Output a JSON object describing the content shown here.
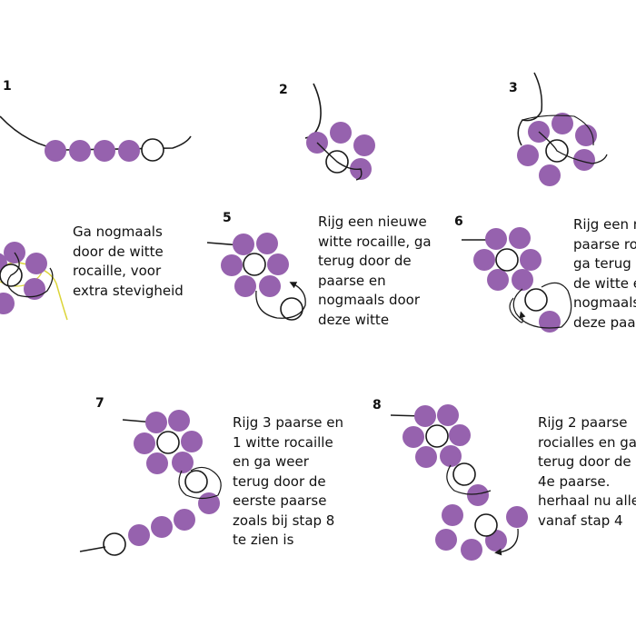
{
  "colors": {
    "purple_bead": "#9662AE",
    "white_bead": "#FFFFFF",
    "thread": "#1A1A1A",
    "loose_thread": "#DCD53A",
    "text": "#111111"
  },
  "steps": [
    {
      "number": "1"
    },
    {
      "number": "2"
    },
    {
      "number": "3"
    },
    {
      "number": "",
      "caption": [
        "Ga nogmaals",
        "door de witte",
        "rocaille, voor",
        "extra stevigheid"
      ]
    },
    {
      "number": "5",
      "caption": [
        "Rijg een nieuwe",
        "witte rocaille, ga",
        "terug door de",
        "paarse en",
        "nogmaals door",
        "deze witte"
      ]
    },
    {
      "number": "6",
      "caption": [
        "Rijg een n",
        "paarse ro",
        "ga terug d",
        "de witte e",
        "nogmaals",
        "deze paar"
      ]
    },
    {
      "number": "7",
      "caption": [
        "Rijg 3 paarse en",
        "1 witte rocaille",
        "en ga weer",
        "terug door de",
        "eerste paarse",
        "zoals bij stap 8",
        "te zien is"
      ]
    },
    {
      "number": "8",
      "caption": [
        "Rijg 2 paarse",
        "rocialles en ga",
        "terug door de",
        "4e paarse.",
        "herhaal nu alle",
        "vanaf stap 4"
      ]
    }
  ]
}
